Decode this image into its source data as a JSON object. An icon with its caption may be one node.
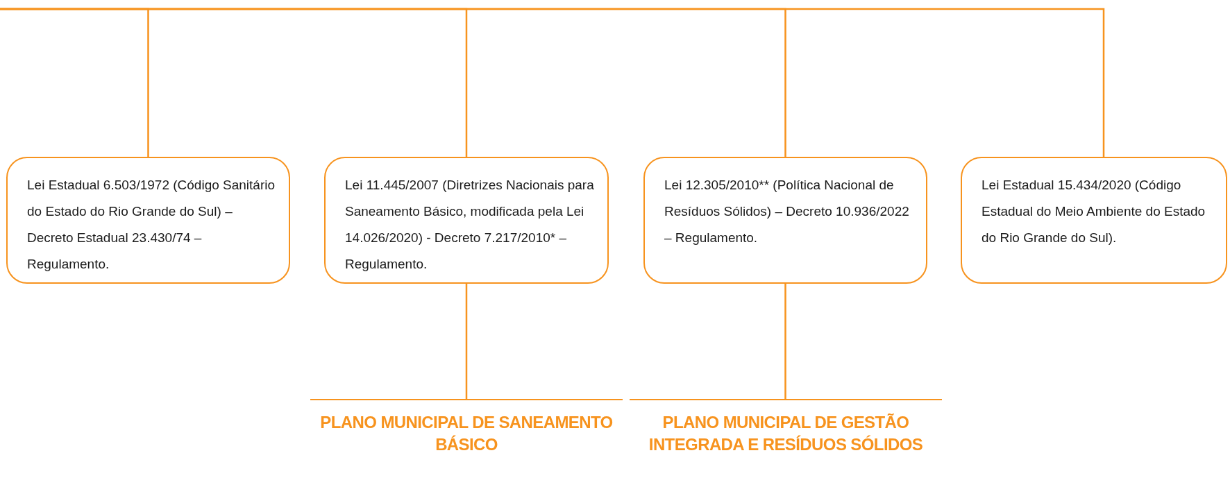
{
  "diagram": {
    "nodes": [
      {
        "text": [
          "Lei Estadual 6.503/1972 (Código Sanitário do Estado do Rio Grande do Sul) – Decreto Estadual 23.430/74 – Regulamento."
        ]
      },
      {
        "text": [
          "Lei 11.445/2007 (Diretrizes Nacionais para Saneamento Básico, modificada pela Lei 14.026/2020) - Decreto 7.217/2010* – Regulamento."
        ]
      },
      {
        "text": [
          "Lei 12.305/2010** (Política Nacional de Resíduos Sólidos) – Decreto 10.936/2022 – Regulamento."
        ]
      },
      {
        "text": [
          "Lei Estadual 15.434/2020 (Código Estadual do Meio Ambiente do Estado do Rio Grande do Sul)."
        ]
      },
      {
        "text": [
          "PLANO MUNICIPAL DE SANEAMENTO BÁSICO"
        ]
      },
      {
        "text": [
          "PLANO MUNICIPAL DE GESTÃO INTEGRADA E RESÍDUOS SÓLIDOS"
        ]
      }
    ],
    "edges": [
      {
        "from": null,
        "to": 0,
        "arrow": "none"
      },
      {
        "from": null,
        "to": 1,
        "arrow": "none"
      },
      {
        "from": null,
        "to": 2,
        "arrow": "none"
      },
      {
        "from": null,
        "to": 3,
        "arrow": "none"
      },
      {
        "from": 1,
        "to": 4,
        "arrow": "none"
      },
      {
        "from": 2,
        "to": 5,
        "arrow": "none"
      }
    ]
  }
}
